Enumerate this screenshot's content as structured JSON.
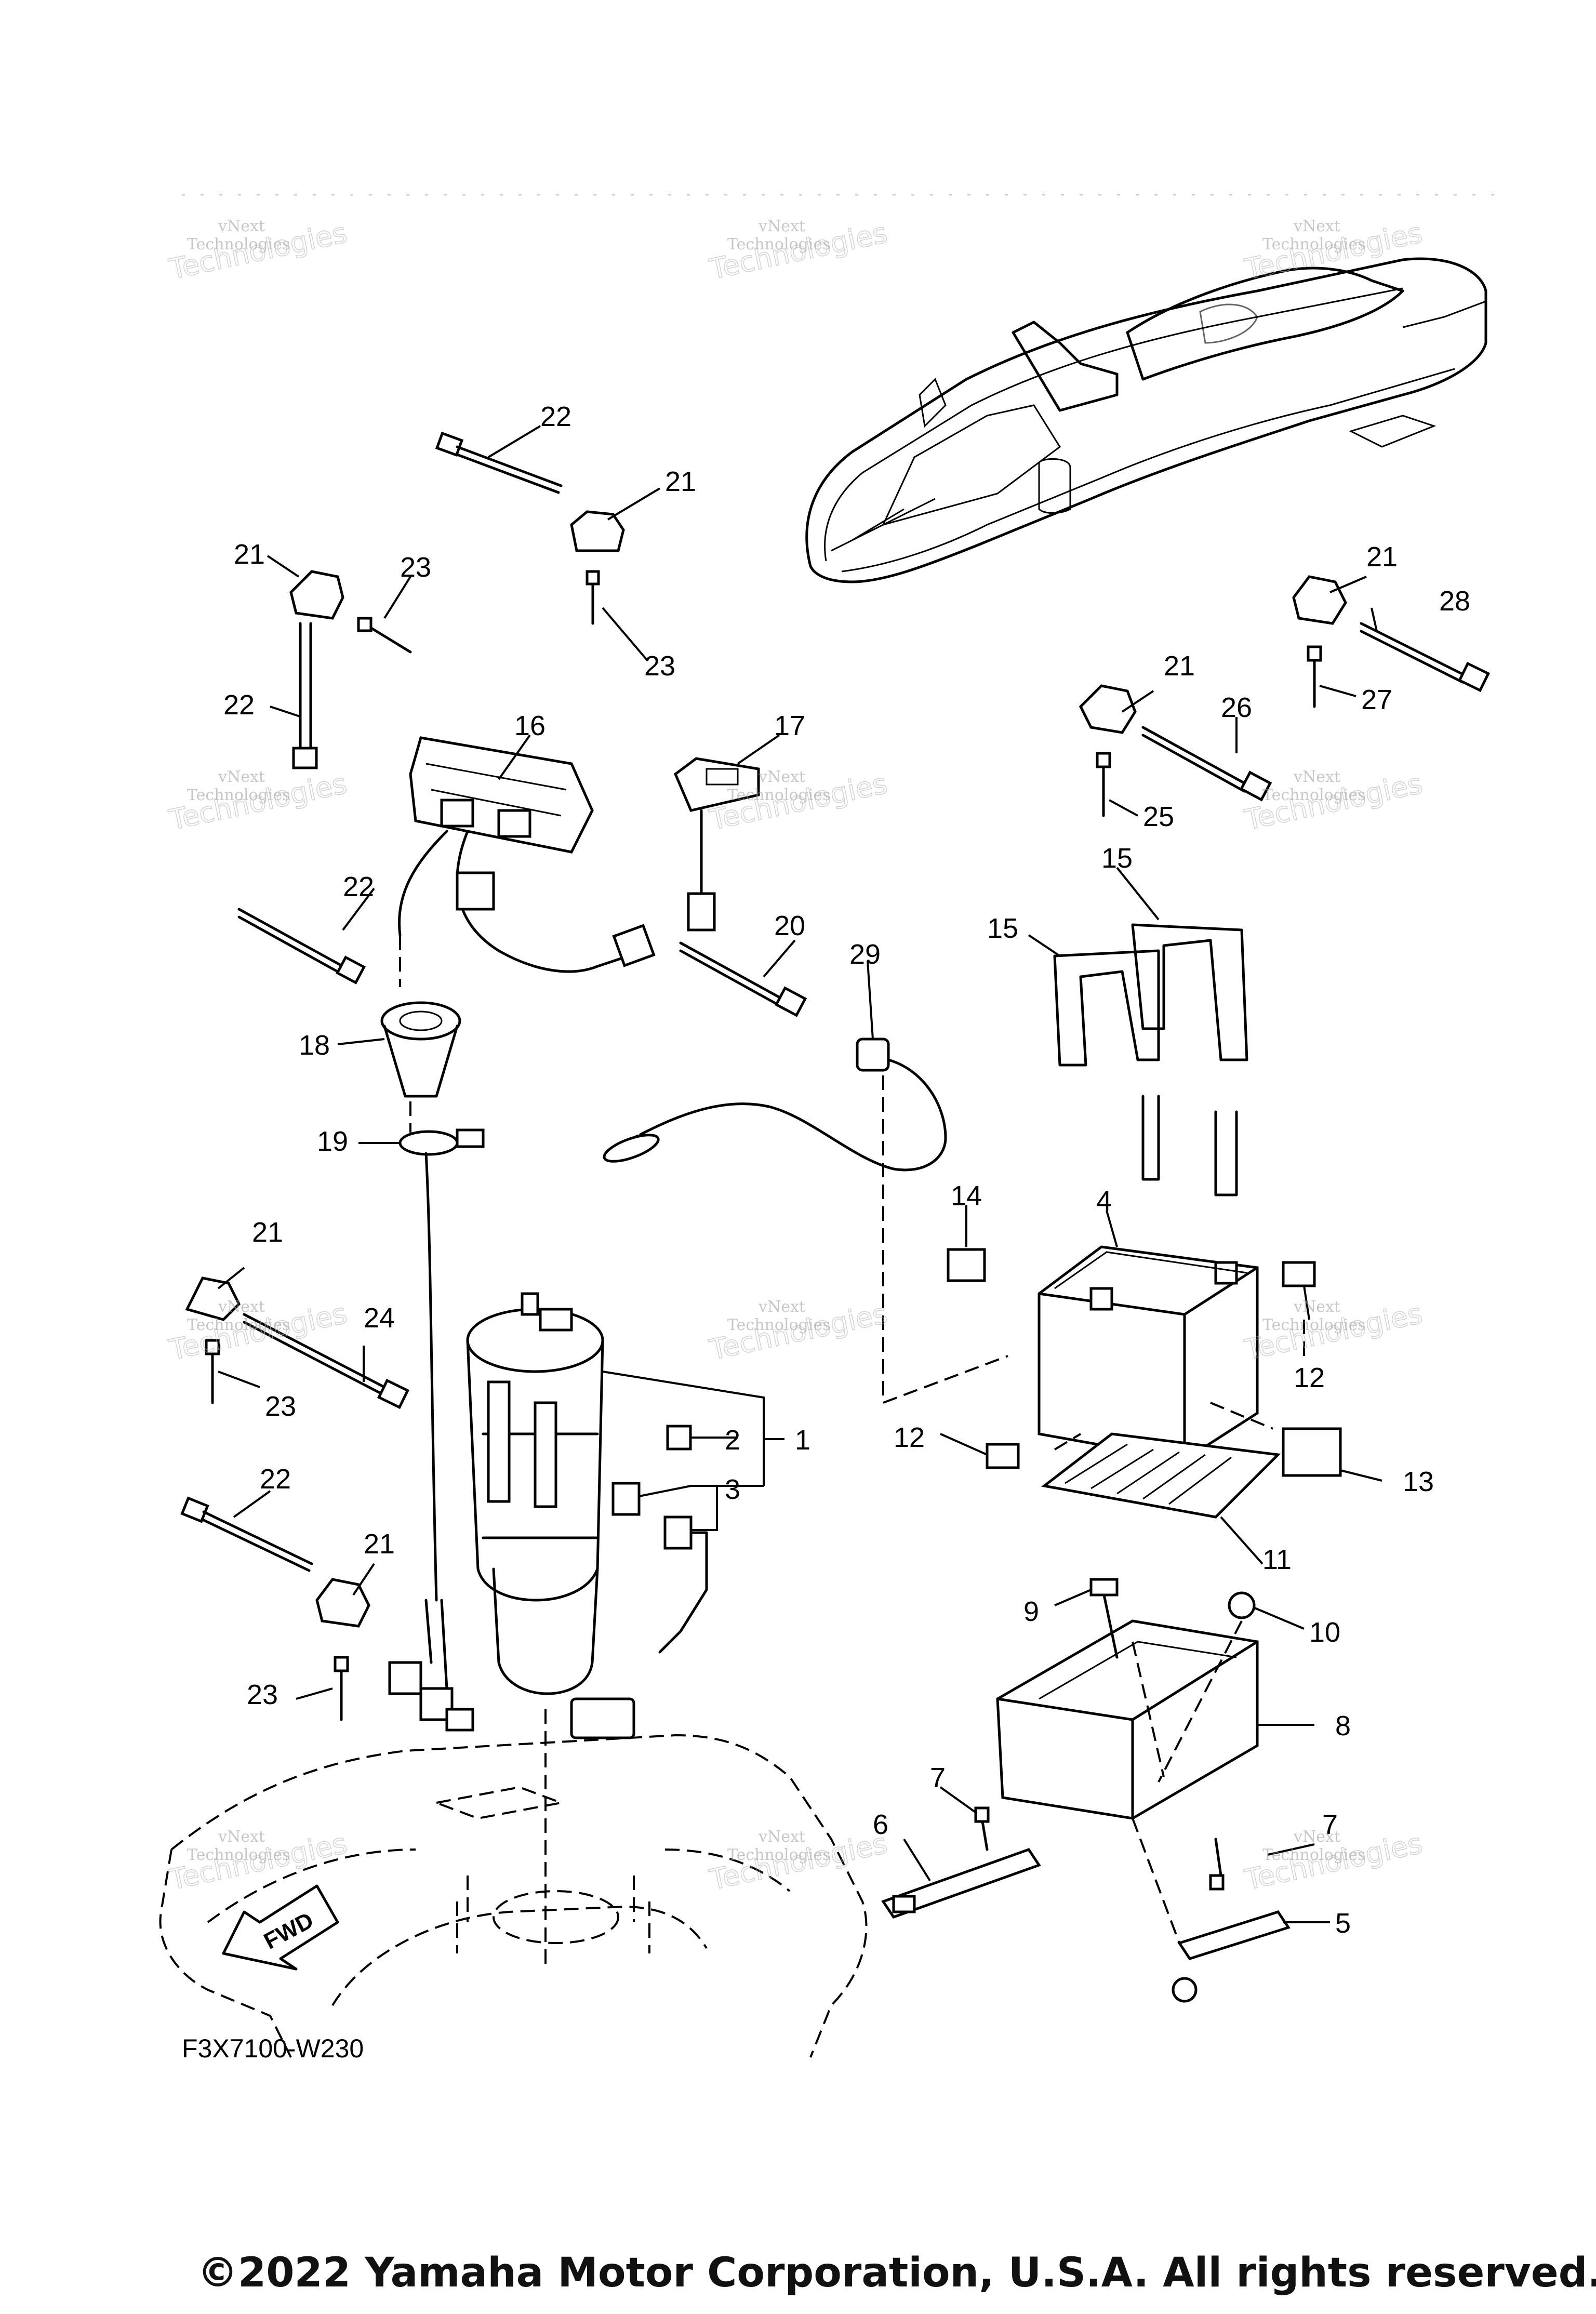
{
  "diagram": {
    "code": "F3X7100-W230",
    "fwd_label": "FWD",
    "watermark_line1": "vNext",
    "watermark_line2": "Technologies",
    "callouts": {
      "c1": "1",
      "c2": "2",
      "c3": "3",
      "c4": "4",
      "c5": "5",
      "c6": "6",
      "c7": "7",
      "c8": "8",
      "c9": "9",
      "c10": "10",
      "c11": "11",
      "c12": "12",
      "c13": "13",
      "c14": "14",
      "c15": "15",
      "c16": "16",
      "c17": "17",
      "c18": "18",
      "c19": "19",
      "c20": "20",
      "c21": "21",
      "c22": "22",
      "c23": "23",
      "c24": "24",
      "c25": "25",
      "c26": "26",
      "c27": "27",
      "c28": "28",
      "c29": "29"
    }
  },
  "footer": {
    "copyright": "©2022 Yamaha Motor Corporation, U.S.A. All rights reserved."
  }
}
